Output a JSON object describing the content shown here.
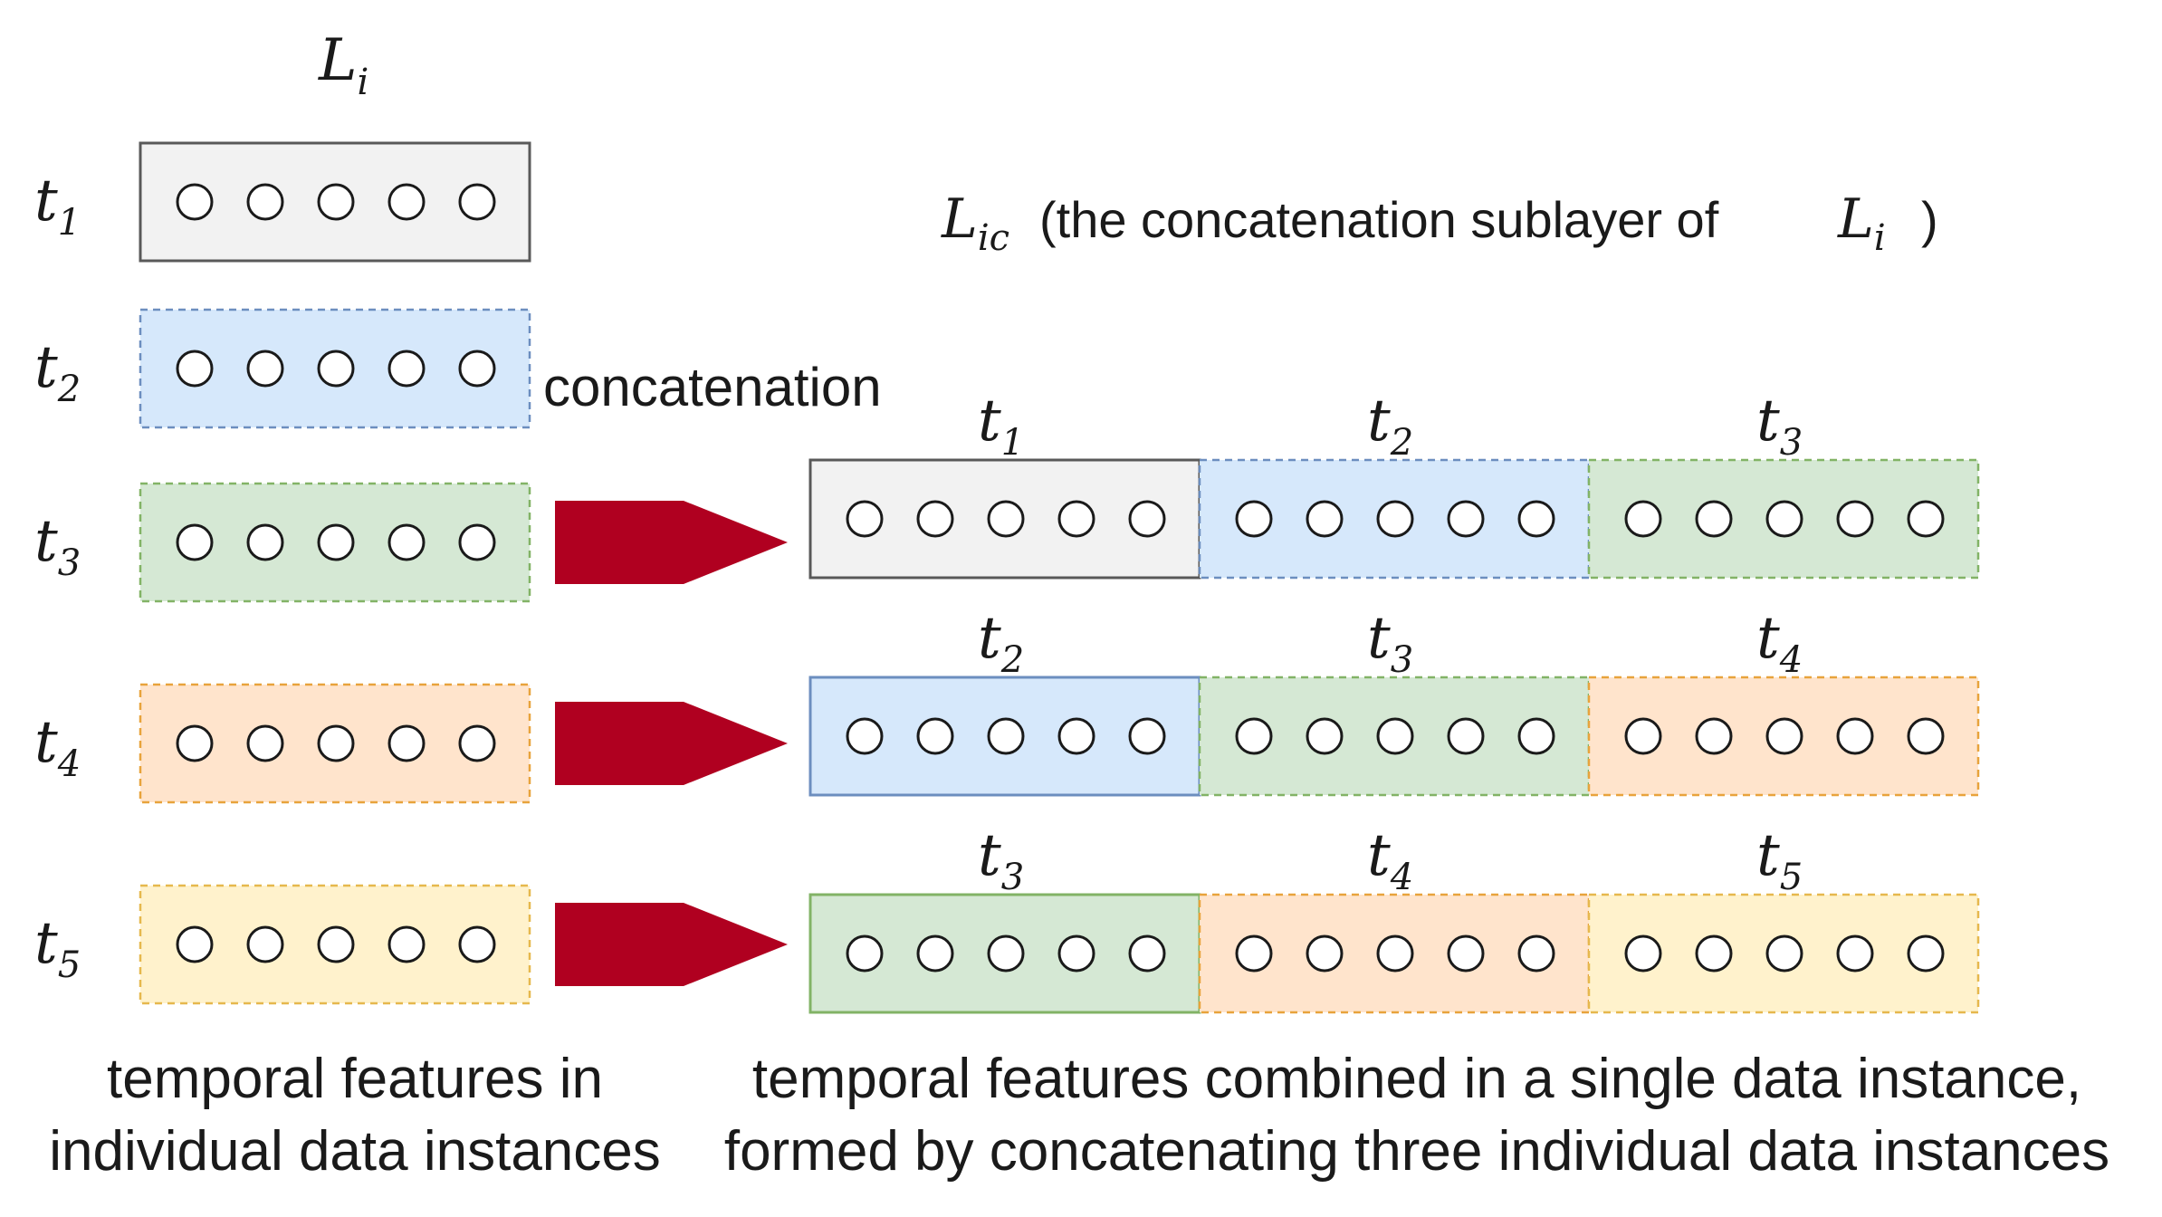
{
  "layer_label": {
    "base": "L",
    "sub": "i"
  },
  "concat_layer_label": {
    "base": "L",
    "sub": "ic",
    "text_before": "(the concatenation sublayer of",
    "ref_base": "L",
    "ref_sub": "i",
    "text_after": ")"
  },
  "concatenation_label": "concatenation",
  "neurons_per_block": 5,
  "colors": {
    "t1": {
      "fill": "#f2f2f2",
      "stroke": "#595959"
    },
    "t2": {
      "fill": "#d6e8fb",
      "stroke": "#6c8ebf"
    },
    "t3": {
      "fill": "#d5e8d4",
      "stroke": "#82b366"
    },
    "t4": {
      "fill": "#ffe4cc",
      "stroke": "#e8a33c"
    },
    "t5": {
      "fill": "#fff2cc",
      "stroke": "#e6b84d"
    },
    "arrow": "#b00020"
  },
  "left_column": {
    "rows": [
      {
        "id": "t1",
        "label_base": "t",
        "label_sub": "1"
      },
      {
        "id": "t2",
        "label_base": "t",
        "label_sub": "2"
      },
      {
        "id": "t3",
        "label_base": "t",
        "label_sub": "3"
      },
      {
        "id": "t4",
        "label_base": "t",
        "label_sub": "4"
      },
      {
        "id": "t5",
        "label_base": "t",
        "label_sub": "5"
      }
    ],
    "caption_line1": "temporal features in",
    "caption_line2": "individual data instances"
  },
  "right_column": {
    "rows": [
      {
        "segments": [
          {
            "id": "t1",
            "label_base": "t",
            "label_sub": "1"
          },
          {
            "id": "t2",
            "label_base": "t",
            "label_sub": "2"
          },
          {
            "id": "t3",
            "label_base": "t",
            "label_sub": "3"
          }
        ]
      },
      {
        "segments": [
          {
            "id": "t2",
            "label_base": "t",
            "label_sub": "2"
          },
          {
            "id": "t3",
            "label_base": "t",
            "label_sub": "3"
          },
          {
            "id": "t4",
            "label_base": "t",
            "label_sub": "4"
          }
        ]
      },
      {
        "segments": [
          {
            "id": "t3",
            "label_base": "t",
            "label_sub": "3"
          },
          {
            "id": "t4",
            "label_base": "t",
            "label_sub": "4"
          },
          {
            "id": "t5",
            "label_base": "t",
            "label_sub": "5"
          }
        ]
      }
    ],
    "caption_line1": "temporal features combined in a single data instance,",
    "caption_line2": "formed by concatenating three individual data instances"
  }
}
